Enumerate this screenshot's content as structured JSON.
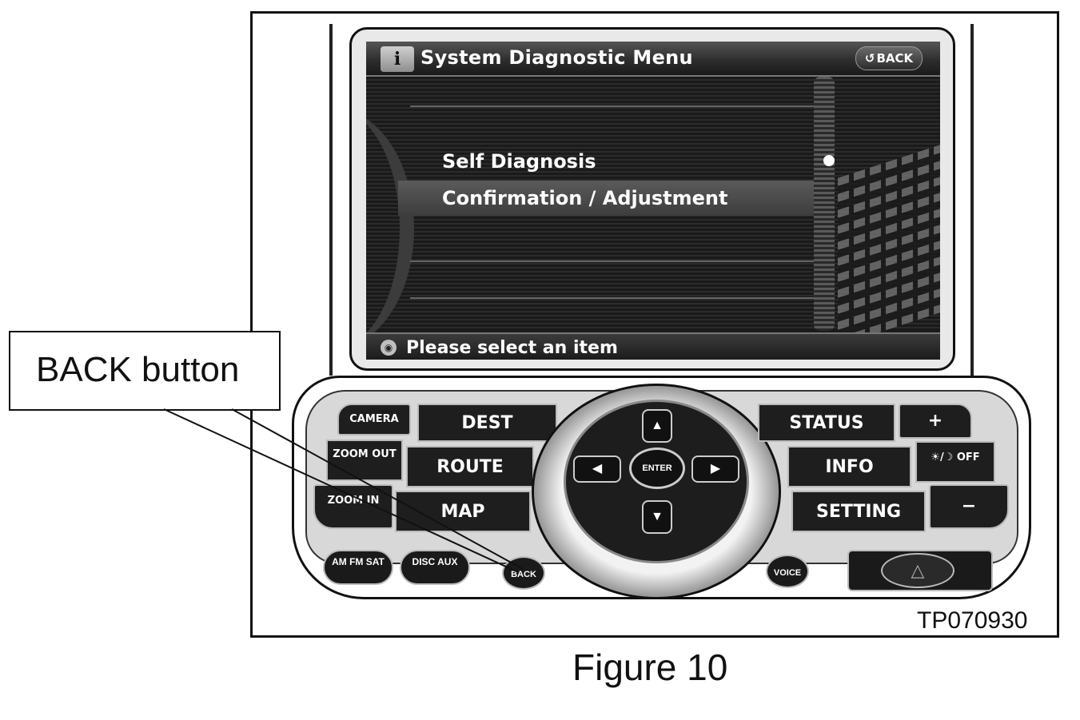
{
  "screen": {
    "title": "System Diagnostic Menu",
    "back_label": "BACK",
    "menu_items": [
      {
        "label": "Self Diagnosis",
        "selected": false
      },
      {
        "label": "Confirmation / Adjustment",
        "selected": true
      }
    ],
    "status": "Please select an item"
  },
  "panel": {
    "left_column": [
      "CAMERA",
      "ZOOM OUT",
      "ZOOM IN"
    ],
    "left_main": [
      "DEST",
      "ROUTE",
      "MAP"
    ],
    "right_main": [
      "STATUS",
      "INFO",
      "SETTING"
    ],
    "right_column": [
      "+",
      "☀/☽ OFF",
      "−"
    ],
    "enter": "ENTER",
    "dpad": {
      "up": "▲",
      "down": "▼",
      "left": "◀",
      "right": "▶"
    },
    "bottom": {
      "am_fm": "AM FM SAT",
      "disc": "DISC AUX",
      "back": "BACK",
      "voice": "VOICE"
    }
  },
  "callout": "BACK button",
  "ref_code": "TP070930",
  "caption": "Figure 10"
}
